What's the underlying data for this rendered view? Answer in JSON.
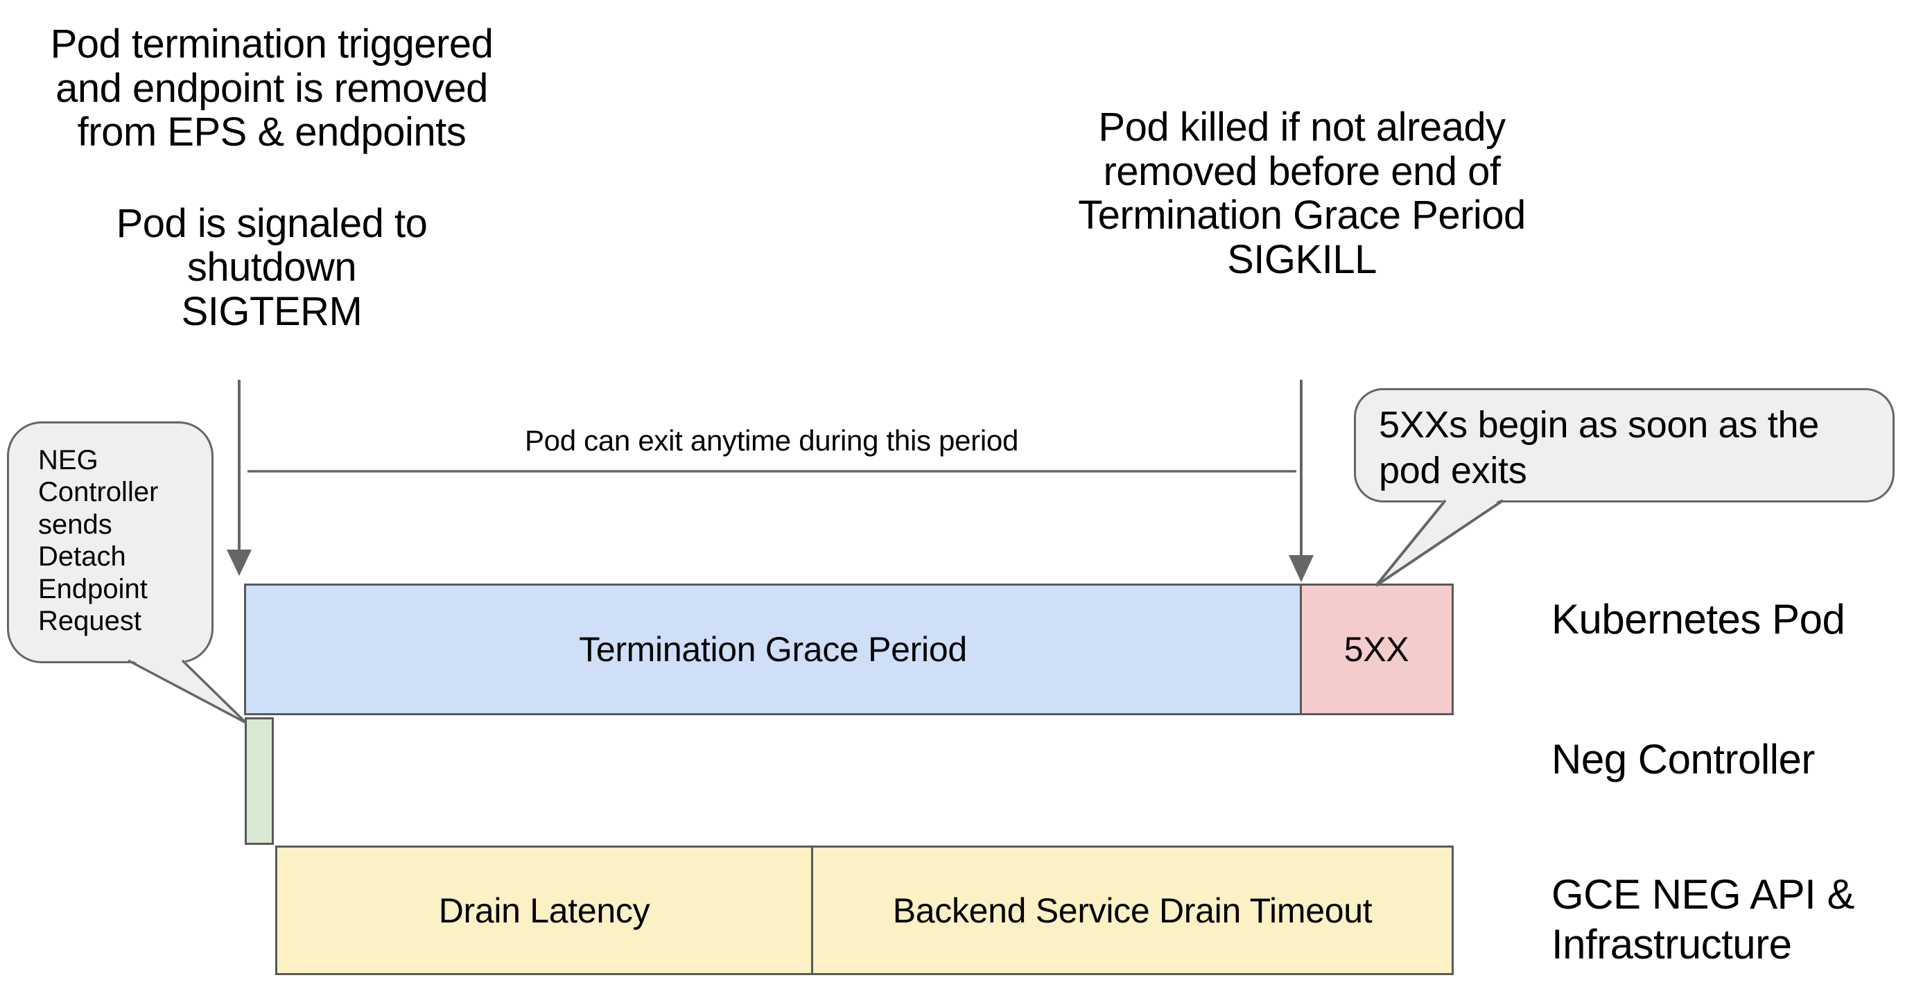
{
  "annotations": {
    "pod_termination": {
      "lines": [
        "Pod termination triggered",
        "and endpoint is removed",
        "from EPS & endpoints"
      ]
    },
    "pod_signaled": {
      "lines": [
        "Pod is signaled to shutdown",
        "SIGTERM"
      ]
    },
    "pod_killed": {
      "lines": [
        "Pod killed if not already",
        "removed before end of",
        "Termination Grace Period",
        "SIGKILL"
      ]
    },
    "exit_period_label": "Pod can exit anytime during this period"
  },
  "callouts": {
    "neg_controller": {
      "lines": [
        "NEG",
        "Controller",
        "sends",
        "Detach",
        "Endpoint",
        "Request"
      ]
    },
    "five_xx_begin": {
      "lines": [
        "5XXs begin as soon as the",
        "pod exits"
      ]
    }
  },
  "timeline": {
    "termination_grace_period": "Termination Grace Period",
    "five_xx": "5XX",
    "drain_latency": "Drain Latency",
    "backend_drain_timeout": "Backend Service Drain Timeout"
  },
  "rows": [
    {
      "lines": [
        "Kubernetes Pod"
      ]
    },
    {
      "lines": [
        "Neg Controller"
      ]
    },
    {
      "lines": [
        "GCE NEG API &",
        "Infrastructure"
      ]
    }
  ],
  "colors": {
    "grace_period_blue": "#cfdff7",
    "five_xx_red": "#f5cccc",
    "neg_green": "#d7e9d2",
    "drain_yellow": "#fcf0c5",
    "bubble_gray": "#efefef",
    "border_dark": "#58595b",
    "line_gray": "#666666",
    "text": "#000000"
  }
}
